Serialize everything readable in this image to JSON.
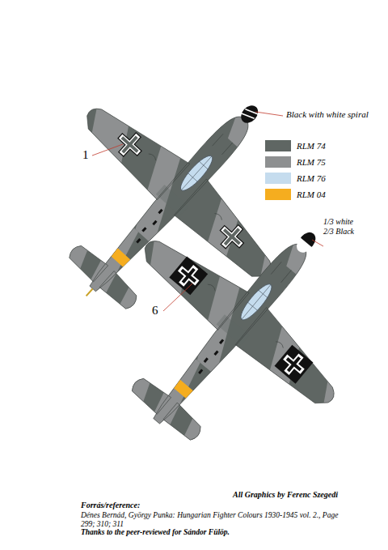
{
  "diagram": {
    "labels": [
      "Black with white spiral",
      "1",
      "1/3 white 2/3 Black",
      "6",
      "All Graphics by Ferenc Szegedi",
      "Forrás/reference:",
      "Dénes Bernád, György Punka: Hungarian Fighter Colours 1930-1945 vol. 2., Page 299; 310; 311",
      "Thanks to the peer-reviewed for Sándor Fülöp."
    ],
    "legend": [
      {
        "text": "RLM 74",
        "color": "#5f6663"
      },
      {
        "text": "RLM 75",
        "color": "#8e9091"
      },
      {
        "text": "RLM 76",
        "color": "#c5dcee"
      },
      {
        "text": "RLM 04",
        "color": "#f5ad1f"
      }
    ]
  }
}
